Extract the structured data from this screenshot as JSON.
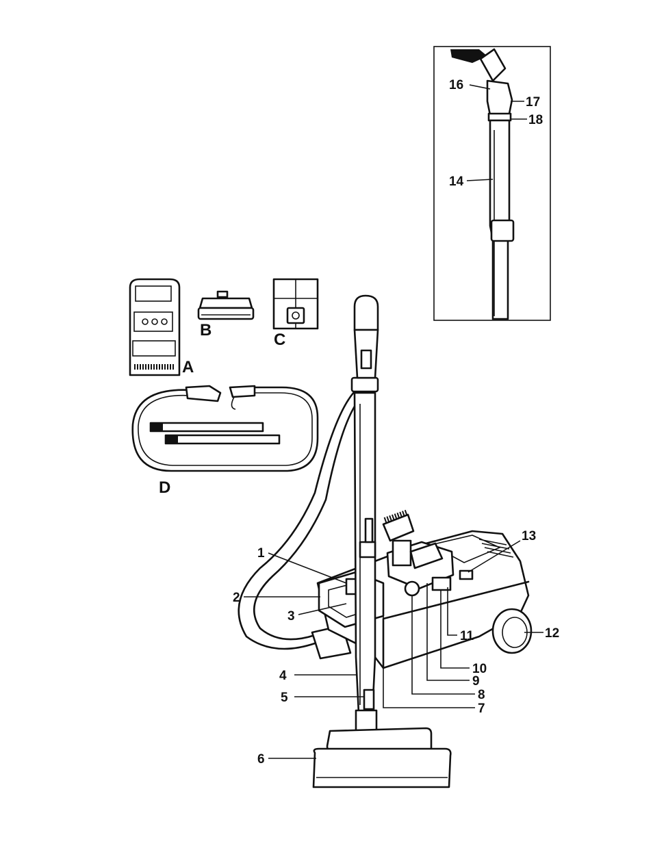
{
  "diagram": {
    "callouts": {
      "c1": "1",
      "c2": "2",
      "c3": "3",
      "c4": "4",
      "c5": "5",
      "c6": "6",
      "c7": "7",
      "c8": "8",
      "c9": "9",
      "c10": "10",
      "c11": "11",
      "c12": "12",
      "c13": "13",
      "c14": "14",
      "c16": "16",
      "c17": "17",
      "c18": "18"
    },
    "accessories": {
      "a": "A",
      "b": "B",
      "c": "C",
      "d": "D"
    }
  }
}
